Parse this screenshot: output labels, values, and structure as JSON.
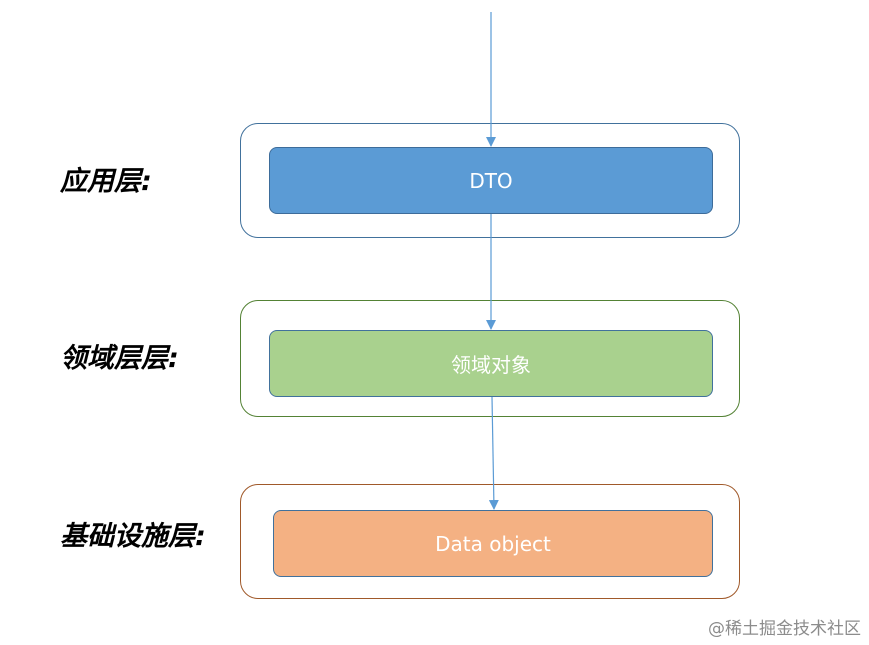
{
  "layers": [
    {
      "label": "应用层:",
      "box_text": "DTO",
      "frame_color": "#41719c",
      "box_fill": "#5b9bd5",
      "box_border": "#3d6c9a"
    },
    {
      "label": "领域层层:",
      "box_text": "领域对象",
      "frame_color": "#548235",
      "box_fill": "#a9d18e",
      "box_border": "#41719c"
    },
    {
      "label": "基础设施层:",
      "box_text": "Data object",
      "frame_color": "#a0592a",
      "box_fill": "#f4b183",
      "box_border": "#41719c"
    }
  ],
  "arrow_color": "#5b9bd5",
  "watermark": "@稀土掘金技术社区"
}
